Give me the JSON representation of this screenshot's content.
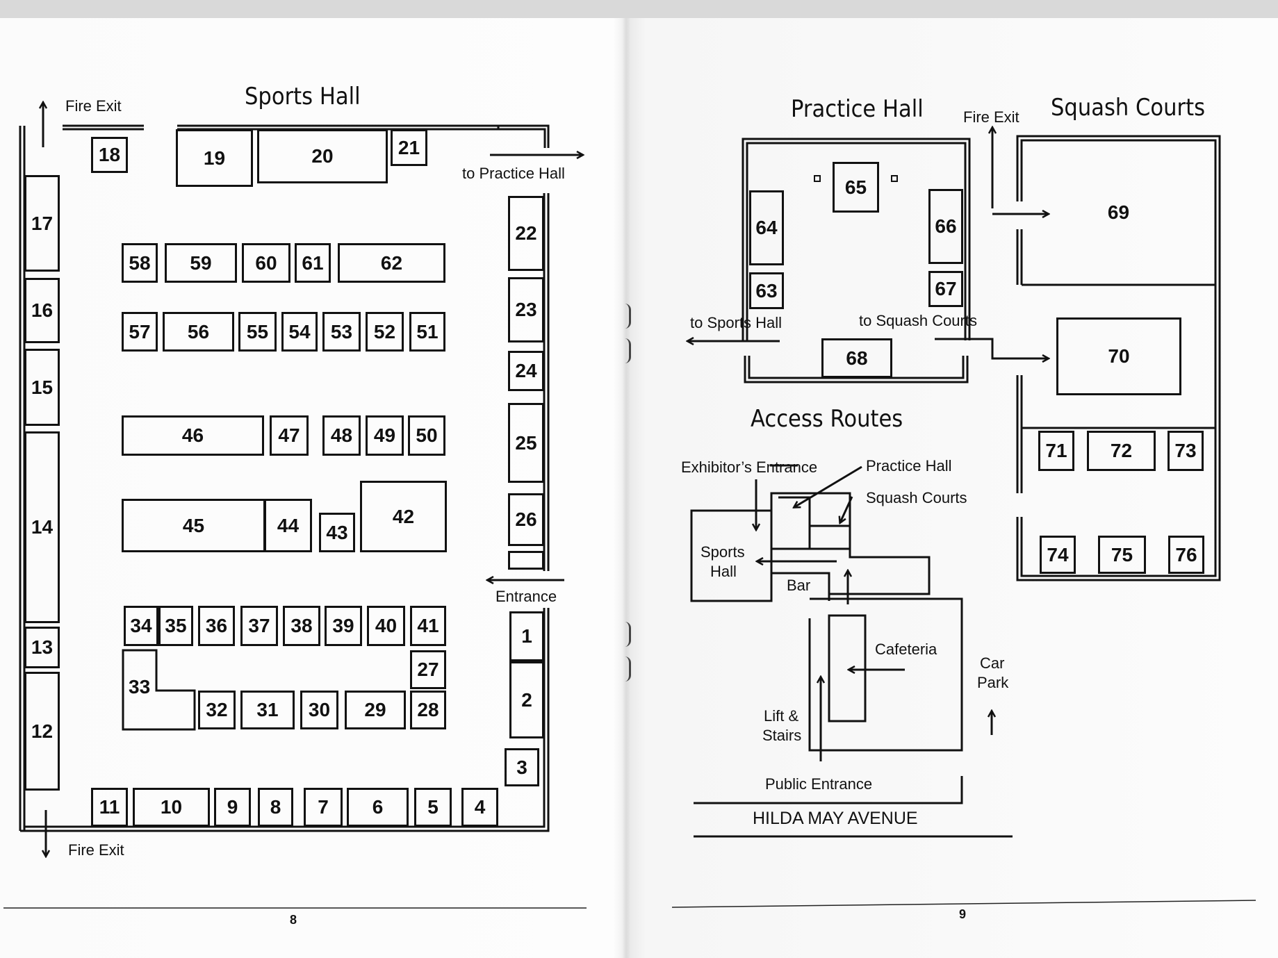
{
  "pages": [
    {
      "title": "Sports Hall",
      "labels": {
        "fire_exit_top": "Fire Exit",
        "fire_exit_bottom": "Fire Exit",
        "to_practice_hall": "to Practice Hall",
        "entrance": "Entrance"
      },
      "page_number": "8"
    },
    {
      "practice_hall_title": "Practice Hall",
      "squash_courts_title": "Squash Courts",
      "access_routes_title": "Access Routes",
      "labels": {
        "fire_exit": "Fire Exit",
        "to_sports_hall": "to Sports Hall",
        "to_squash_courts": "to Squash Courts",
        "exhibitors_entrance": "Exhibitor’s Entrance",
        "practice_hall": "Practice Hall",
        "squash_courts": "Squash Courts",
        "sports_hall_line1": "Sports",
        "sports_hall_line2": "Hall",
        "bar": "Bar",
        "cafeteria": "Cafeteria",
        "car_park_line1": "Car",
        "car_park_line2": "Park",
        "lift_line1": "Lift &",
        "lift_line2": "Stairs",
        "public_entrance": "Public Entrance",
        "street": "HILDA MAY AVENUE"
      },
      "page_number": "9"
    }
  ],
  "stands": {
    "sports_hall": [
      "1",
      "2",
      "3",
      "4",
      "5",
      "6",
      "7",
      "8",
      "9",
      "10",
      "11",
      "12",
      "13",
      "14",
      "15",
      "16",
      "17",
      "18",
      "19",
      "20",
      "21",
      "22",
      "23",
      "24",
      "25",
      "26",
      "27",
      "28",
      "29",
      "30",
      "31",
      "32",
      "33",
      "34",
      "35",
      "36",
      "37",
      "38",
      "39",
      "40",
      "41",
      "42",
      "43",
      "44",
      "45",
      "46",
      "47",
      "48",
      "49",
      "50",
      "51",
      "52",
      "53",
      "54",
      "55",
      "56",
      "57",
      "58",
      "59",
      "60",
      "61",
      "62"
    ],
    "practice_hall": [
      "63",
      "64",
      "65",
      "66",
      "67",
      "68"
    ],
    "squash_courts": [
      "69",
      "70",
      "71",
      "72",
      "73",
      "74",
      "75",
      "76"
    ]
  }
}
